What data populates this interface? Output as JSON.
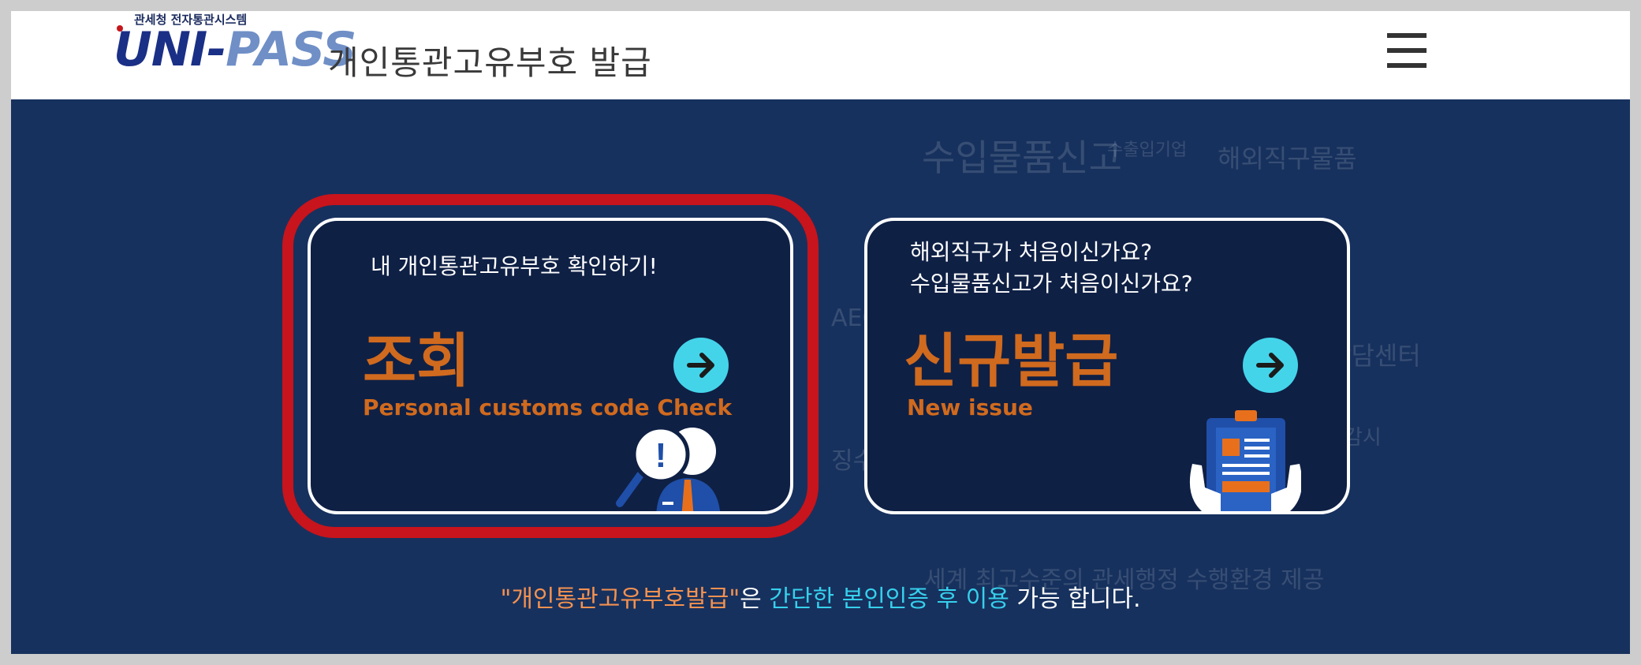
{
  "header": {
    "logo_subtitle": "관세청 전자통관시스템",
    "logo_brand_a": "UNI-",
    "logo_brand_b": "PASS",
    "title": "개인통관고유부호  발급",
    "menu_icon": "hamburger-menu-icon"
  },
  "background_words": [
    "수입물품신고",
    "수출입기업",
    "해외직구물품",
    "AEO",
    "상담센터",
    "세계 최고수준의 관세행정 수행환경 제공",
    "징수",
    "감시"
  ],
  "cards": {
    "check": {
      "lead": "내 개인통관고유부호 확인하기!",
      "title": "조회",
      "subtitle": "Personal customs code Check",
      "icon": "magnifier-person-icon",
      "arrow_icon": "arrow-right-icon"
    },
    "new": {
      "lead_line1": "해외직구가 처음이신가요?",
      "lead_line2": "수입물품신고가 처음이신가요?",
      "title": "신규발급",
      "subtitle": "New issue",
      "icon": "clipboard-document-icon",
      "arrow_icon": "arrow-right-icon"
    }
  },
  "notice": {
    "part1": "\"개인통관고유부호발급\"",
    "part2": "은 ",
    "part3": "간단한 본인인증 후 이용",
    "part4": " 가능 합니다."
  },
  "colors": {
    "background": "#17315e",
    "card": "#0f2045",
    "accent_orange": "#d06a1e",
    "accent_cyan": "#44d4ea",
    "highlight_red": "#c8141c"
  }
}
